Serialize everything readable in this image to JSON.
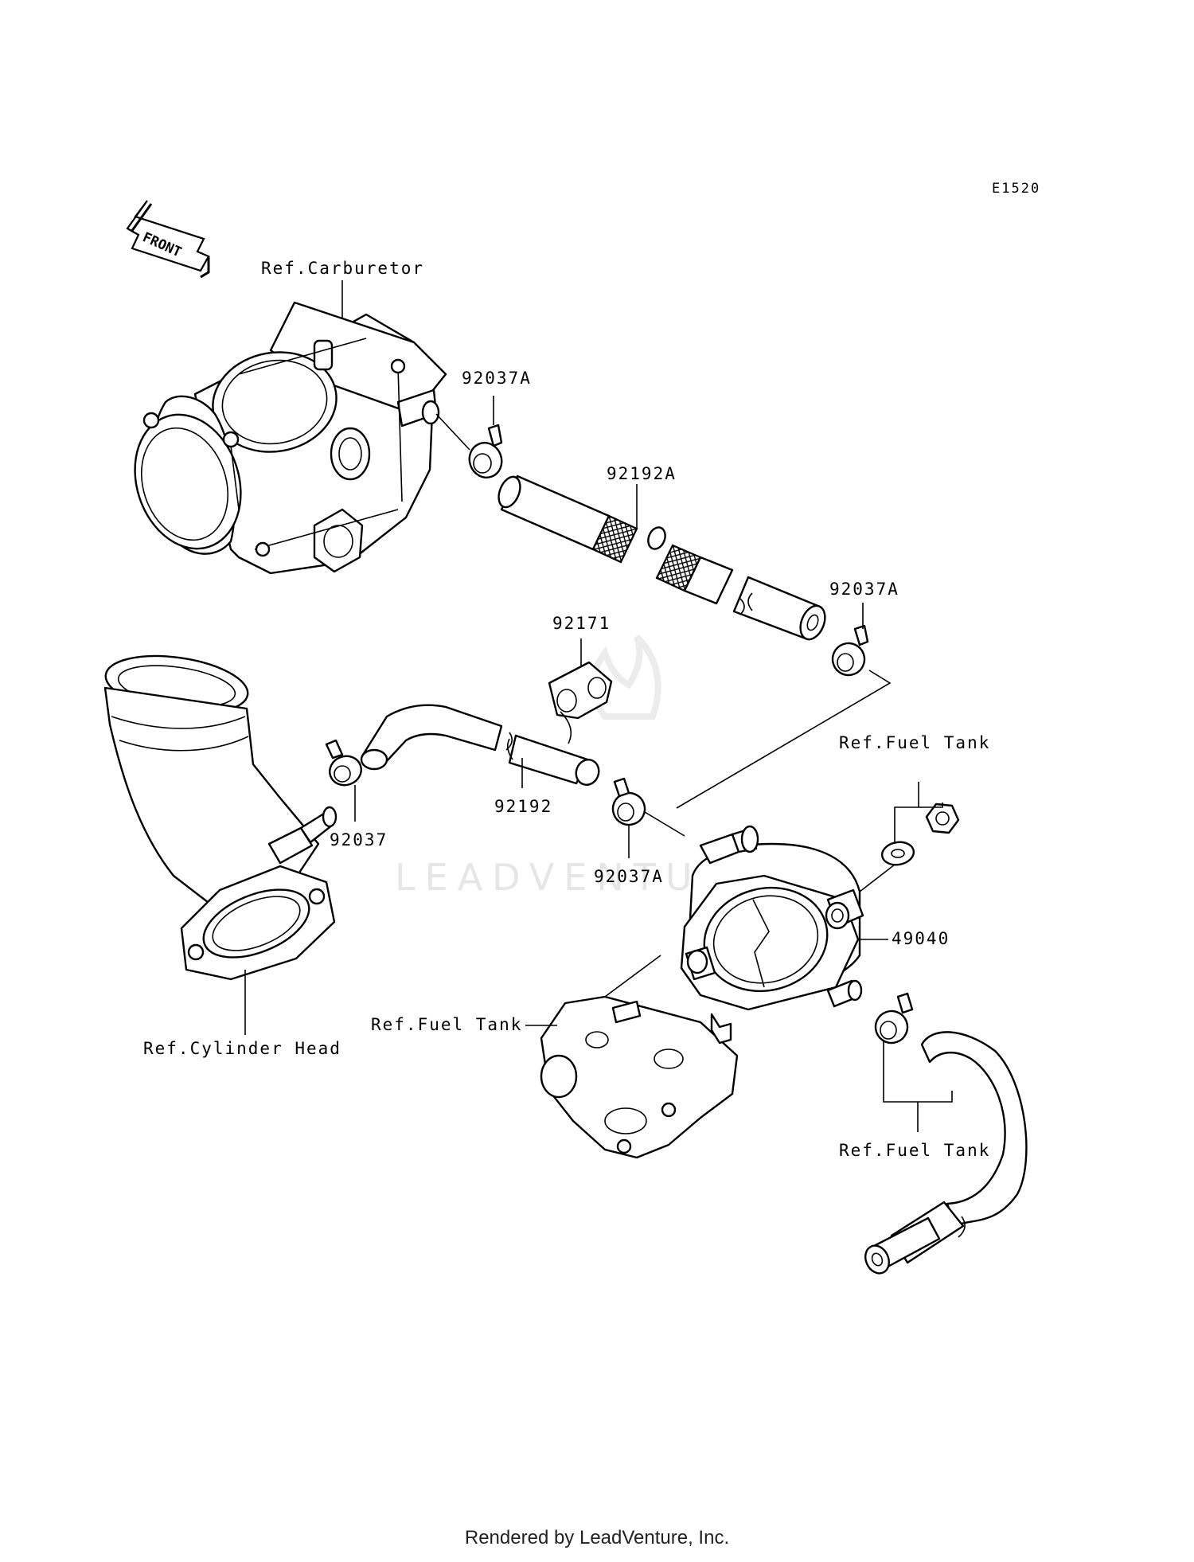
{
  "diagram_code": "E1520",
  "front_arrow": {
    "label": "FRONT",
    "icon": "front-arrow-icon"
  },
  "watermark": "LEADVENTURE",
  "callouts": {
    "ref_carburetor": "Ref.Carburetor",
    "clamp_top": "92037A",
    "hose_filter": "92192A",
    "clamp_right": "92037A",
    "holder": "92171",
    "ref_fuel_tank_nut": "Ref.Fuel Tank",
    "hose_short": "92192",
    "clamp_left": "92037",
    "clamp_mid": "92037A",
    "fuel_pump": "49040",
    "ref_fuel_tank_bracket": "Ref.Fuel Tank",
    "ref_cylinder_head": "Ref.Cylinder Head",
    "ref_fuel_tank_hose": "Ref.Fuel Tank"
  },
  "footer": "Rendered by LeadVenture, Inc."
}
